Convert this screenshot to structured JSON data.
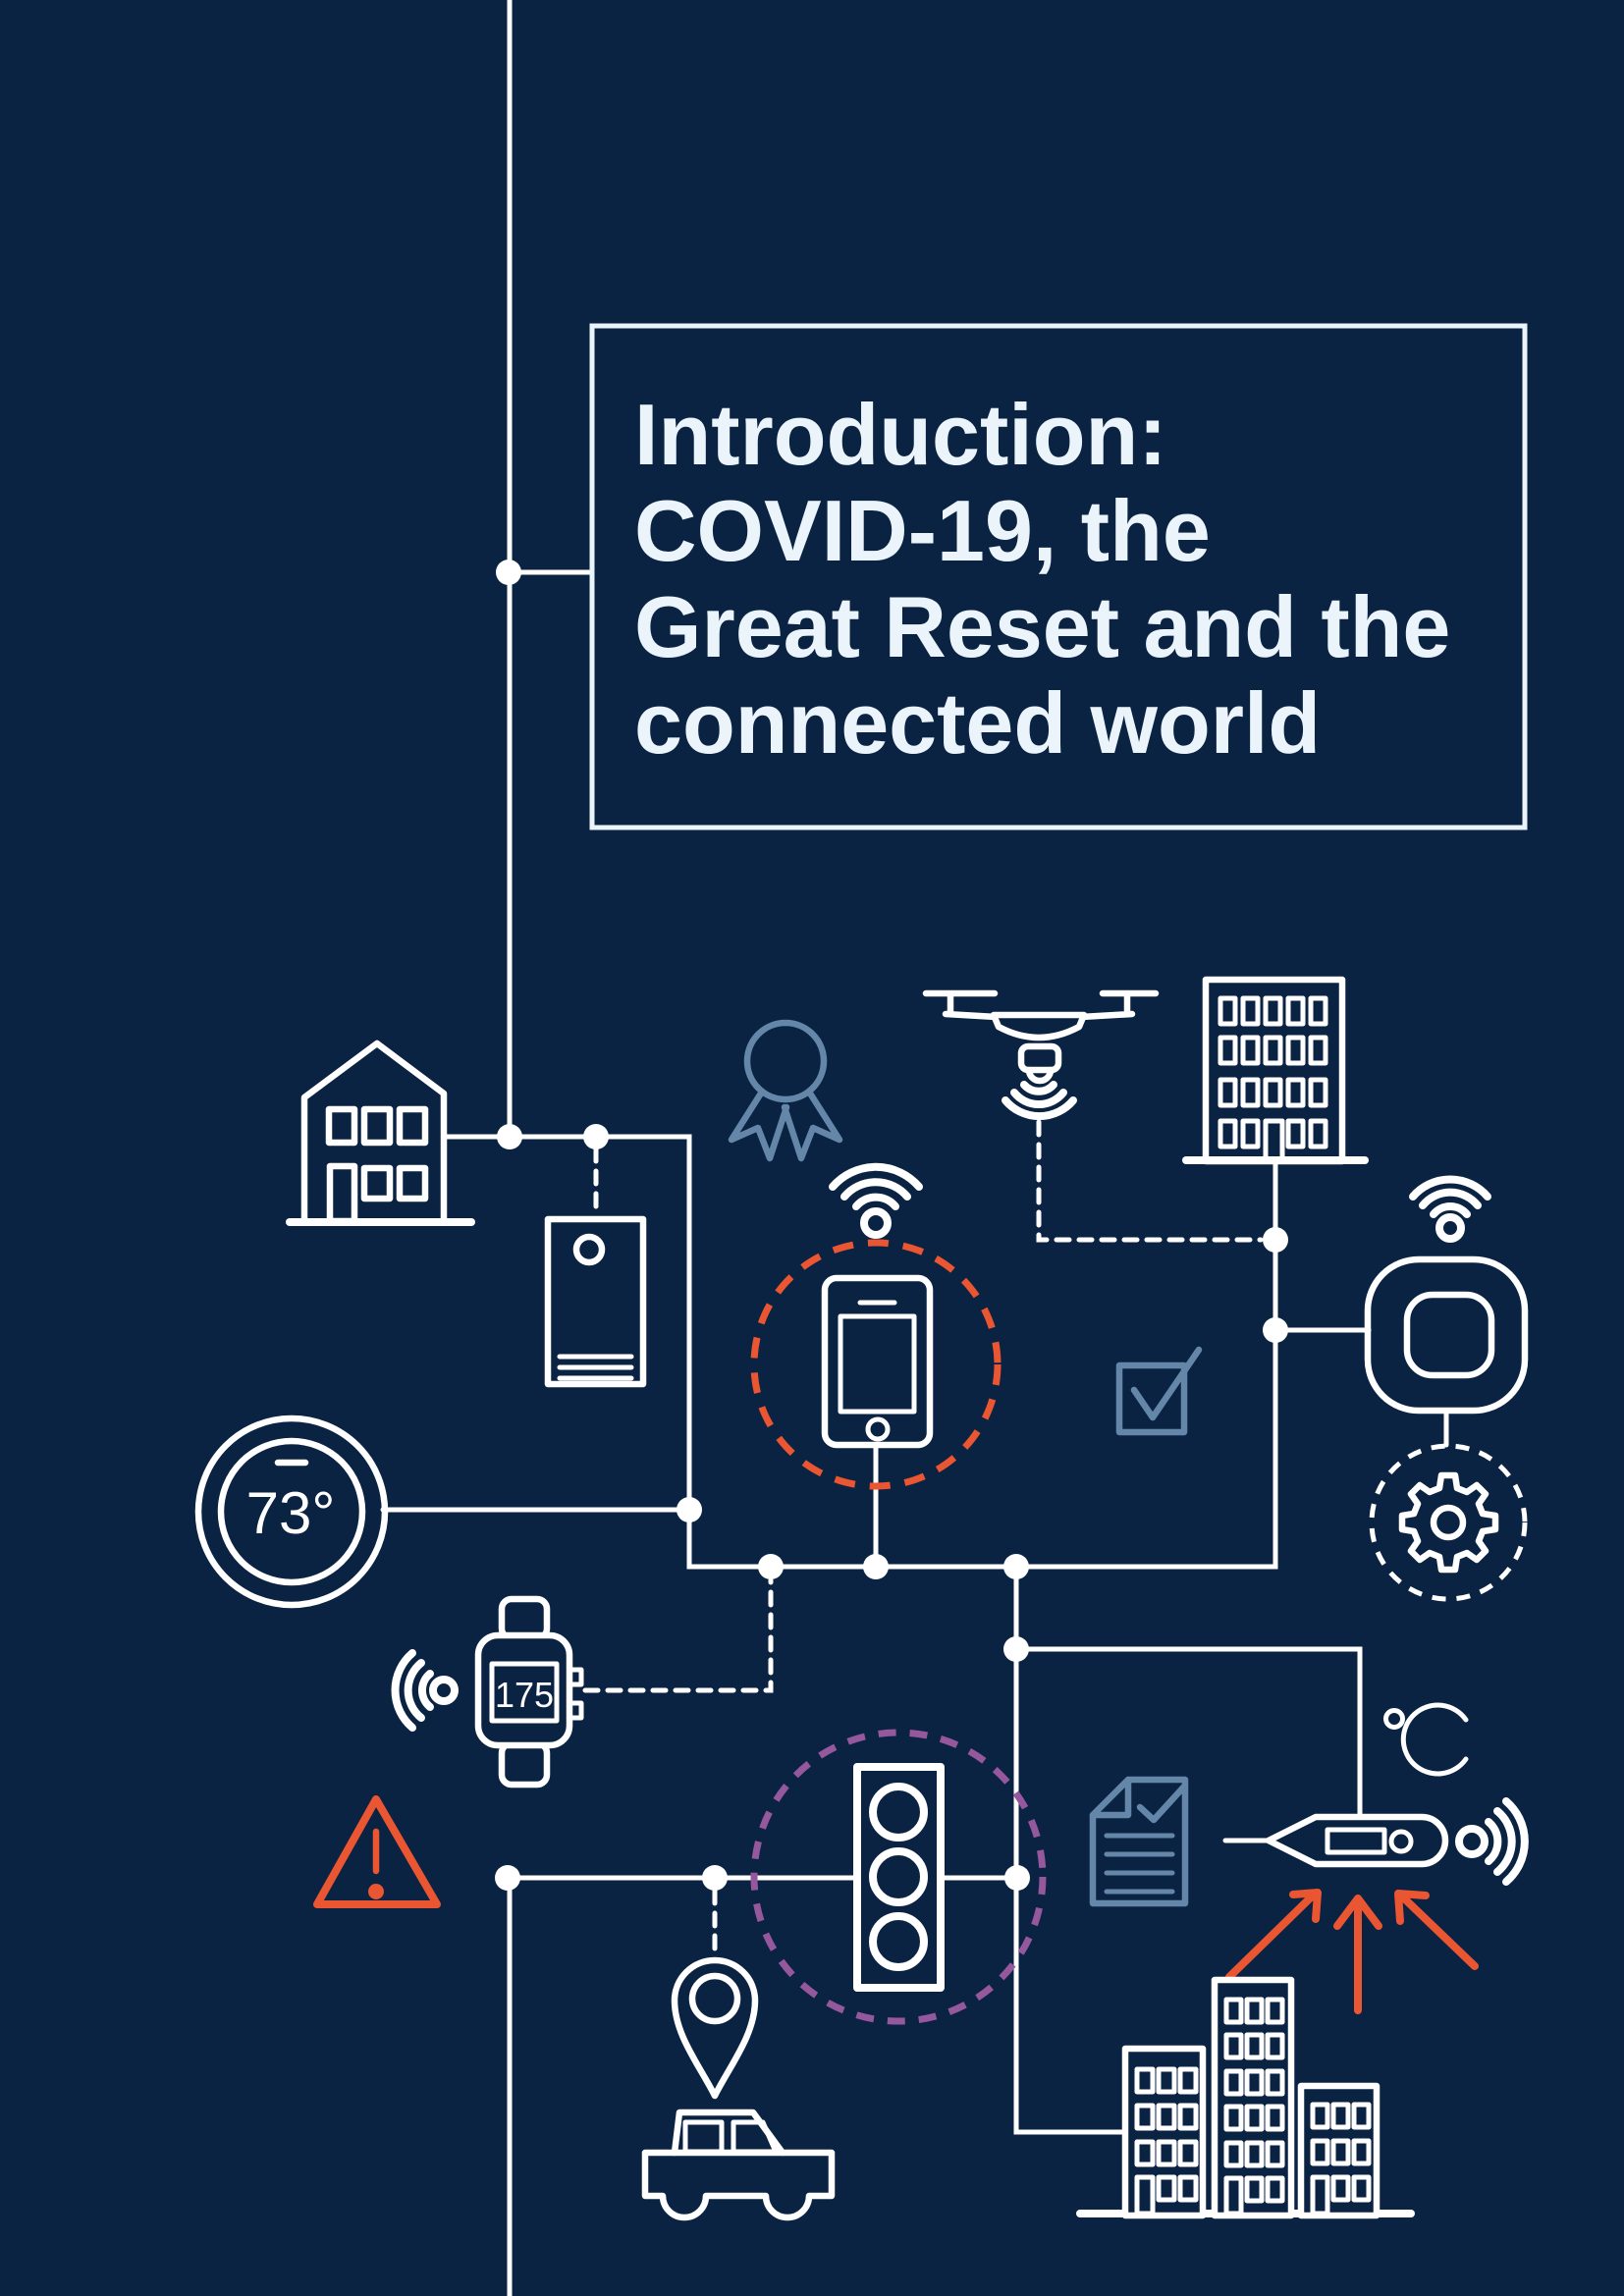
{
  "title": {
    "lines": [
      "Introduction:",
      "COVID-19, the",
      "Great Reset and the",
      "connected world"
    ]
  },
  "labels": {
    "thermostat_temp": "73°",
    "watch_reading": "175",
    "temperature_unit": "°C"
  },
  "colors": {
    "navy": "#0b2343",
    "white": "#ffffff",
    "offwhite": "#ebf4fa",
    "orange": "#ea5532",
    "purple": "#96589c",
    "steel": "#6487a9"
  },
  "icons": [
    "house-icon",
    "price-tag-icon",
    "award-ribbon-icon",
    "drone-icon",
    "office-building-icon",
    "wifi-icon",
    "smart-speaker-icon",
    "gear-icon",
    "smartphone-icon",
    "checkbox-icon",
    "thermostat-icon",
    "smartwatch-icon",
    "warning-triangle-icon",
    "traffic-light-icon",
    "document-check-icon",
    "thermometer-icon",
    "celsius-icon",
    "location-pin-icon",
    "car-icon",
    "city-buildings-icon",
    "up-arrows-icon"
  ]
}
